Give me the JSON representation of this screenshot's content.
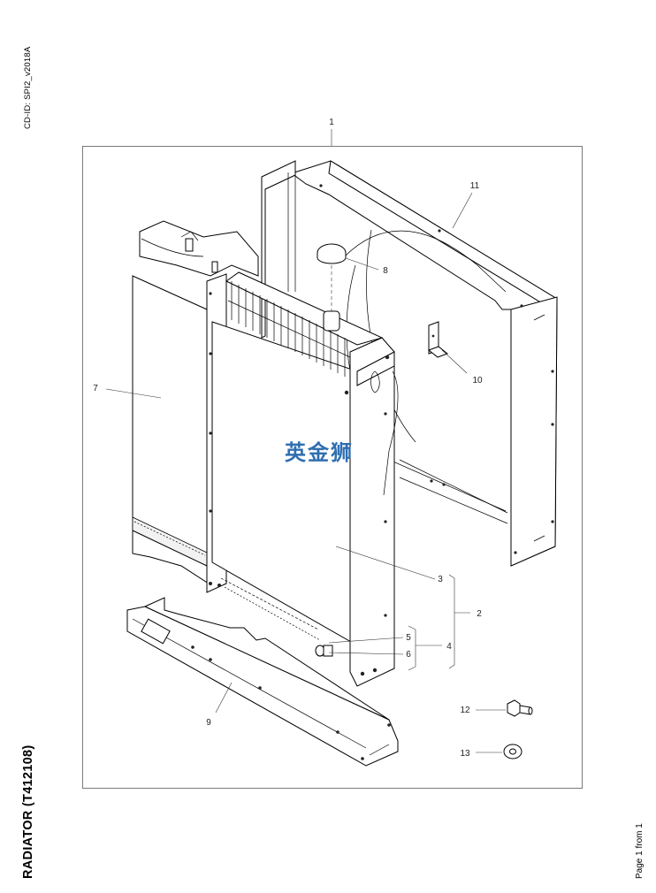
{
  "document": {
    "cd_id": "CD-ID: SPI2_v2018A",
    "title": "RADIATOR (T412108)",
    "page_info": "Page 1 from 1",
    "watermark": "英金狮"
  },
  "callouts": {
    "c1": "1",
    "c2": "2",
    "c3": "3",
    "c4": "4",
    "c5": "5",
    "c6": "6",
    "c7": "7",
    "c8": "8",
    "c9": "9",
    "c10": "10",
    "c11": "11",
    "c12": "12",
    "c13": "13"
  }
}
